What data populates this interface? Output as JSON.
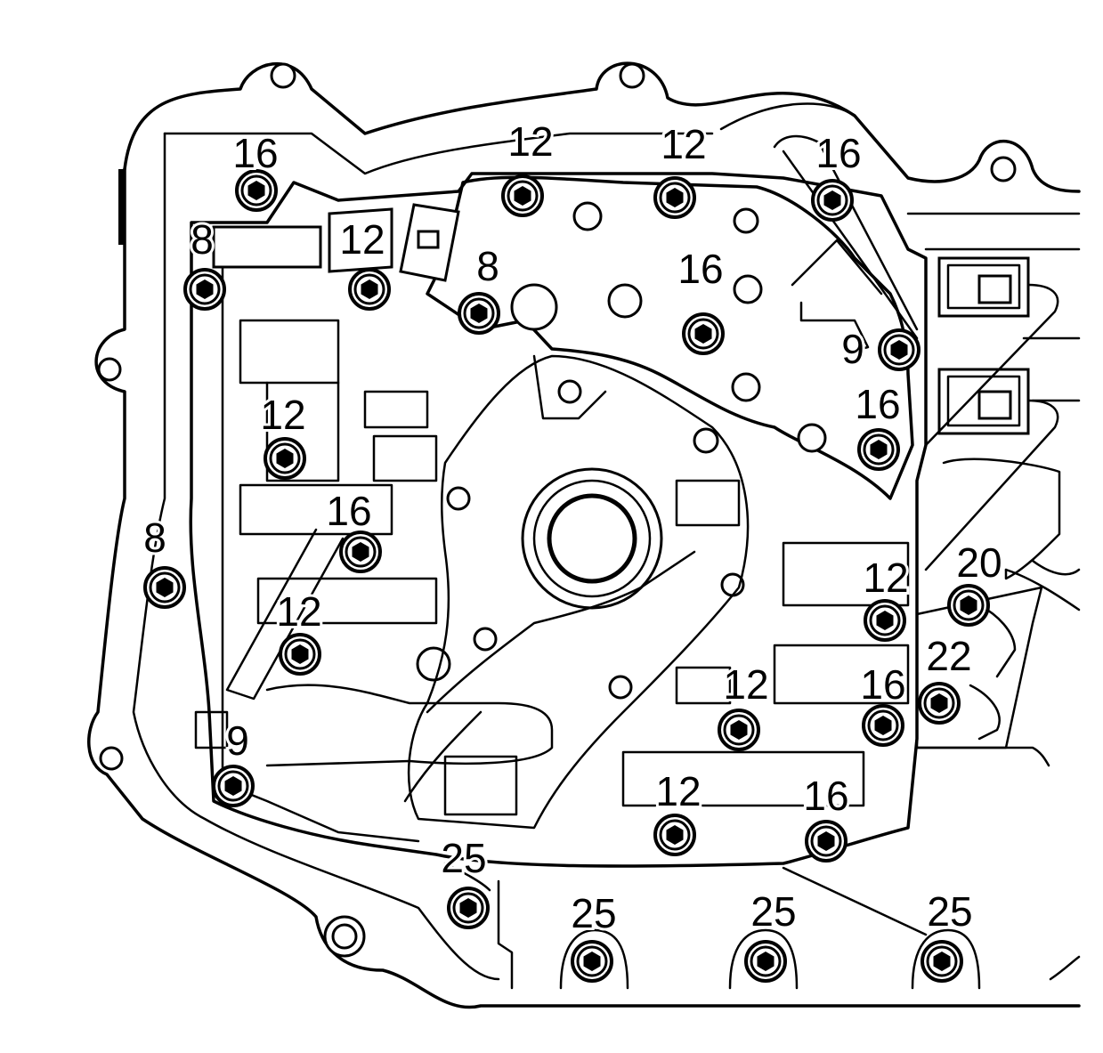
{
  "callouts": [
    {
      "id": "t1",
      "text": "16"
    },
    {
      "id": "t2",
      "text": "12"
    },
    {
      "id": "t3",
      "text": "12"
    },
    {
      "id": "t4",
      "text": "16"
    },
    {
      "id": "t5",
      "text": "8"
    },
    {
      "id": "t6",
      "text": "12"
    },
    {
      "id": "t7",
      "text": "8"
    },
    {
      "id": "t8",
      "text": "16"
    },
    {
      "id": "t9",
      "text": "9"
    },
    {
      "id": "t10",
      "text": "16"
    },
    {
      "id": "t11",
      "text": "12"
    },
    {
      "id": "t12",
      "text": "16"
    },
    {
      "id": "t13",
      "text": "8"
    },
    {
      "id": "t14",
      "text": "12"
    },
    {
      "id": "t15",
      "text": "12"
    },
    {
      "id": "t16",
      "text": "20"
    },
    {
      "id": "t17",
      "text": "22"
    },
    {
      "id": "t18",
      "text": "12"
    },
    {
      "id": "t19",
      "text": "16"
    },
    {
      "id": "t20",
      "text": "9"
    },
    {
      "id": "t21",
      "text": "12"
    },
    {
      "id": "t22",
      "text": "16"
    },
    {
      "id": "t23",
      "text": "25"
    },
    {
      "id": "t24",
      "text": "25"
    },
    {
      "id": "t25",
      "text": "25"
    },
    {
      "id": "t26",
      "text": "25"
    }
  ]
}
